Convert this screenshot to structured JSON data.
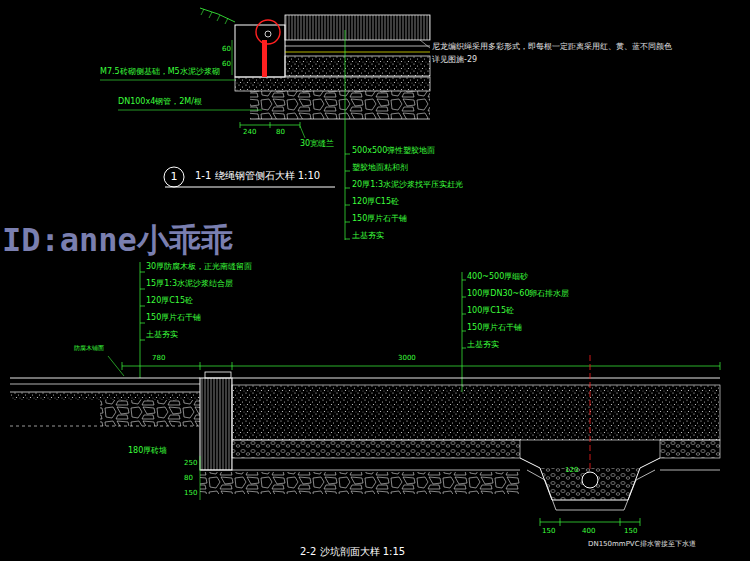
{
  "diagram": {
    "nodes": [
      {
        "text": [
          "1"
        ]
      }
    ],
    "labels": [
      "尼龙编织绳采用多彩形式，即每根一定距离采用红、黄、蓝不同颜色",
      "详见图施-29",
      "M7.5砖砌侧基础，M5水泥沙浆砌",
      "DN100x4钢管，2M/根",
      "60",
      "60",
      "240",
      "80",
      "30宽缝兰",
      "500x500弹性塑胶地面",
      "塑胶地面粘和剂",
      "20厚1:3水泥沙浆找平压实赶光",
      "120厚C15砼",
      "150厚片石干铺",
      "土基夯实",
      "1-1  绕绳钢管侧石大样  1:10",
      "ID:anne小乖乖",
      "30厚防腐木板，正光南缝留面",
      "15厚1:3水泥沙浆结合层",
      "120厚C15砼",
      "150厚片石干铺",
      "土基夯实",
      "防腐木铺面",
      "780",
      "3000",
      "180厚砖墙",
      "250",
      "80",
      "150",
      "400~500厚细砂",
      "100厚DN30~60卵石排水层",
      "100厚C15砼",
      "150厚片石干铺",
      "土基夯实",
      "120",
      "150",
      "400",
      "150",
      "DN150mmPVC排水管接至下水道",
      "2-2  沙坑剖面大样  1:15"
    ]
  }
}
